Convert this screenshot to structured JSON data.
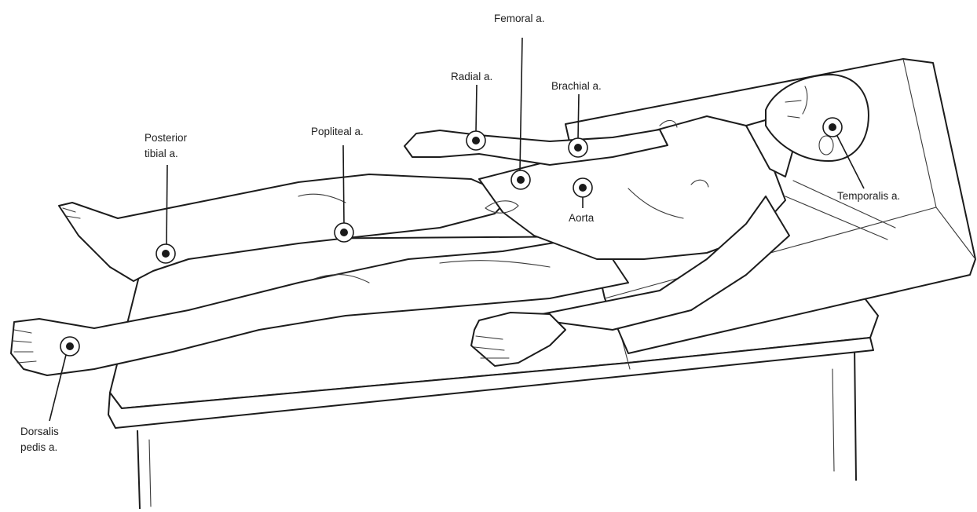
{
  "labels": {
    "femoral": "Femoral a.",
    "radial": "Radial a.",
    "brachial": "Brachial a.",
    "posterior_tibial_1": "Posterior",
    "posterior_tibial_2": "tibial a.",
    "popliteal": "Popliteal a.",
    "temporalis": "Temporalis a.",
    "aorta": "Aorta",
    "dorsalis_pedis_1": "Dorsalis",
    "dorsalis_pedis_2": "pedis a."
  },
  "colors": {
    "ink": "#1c1c1c",
    "background": "#ffffff"
  }
}
